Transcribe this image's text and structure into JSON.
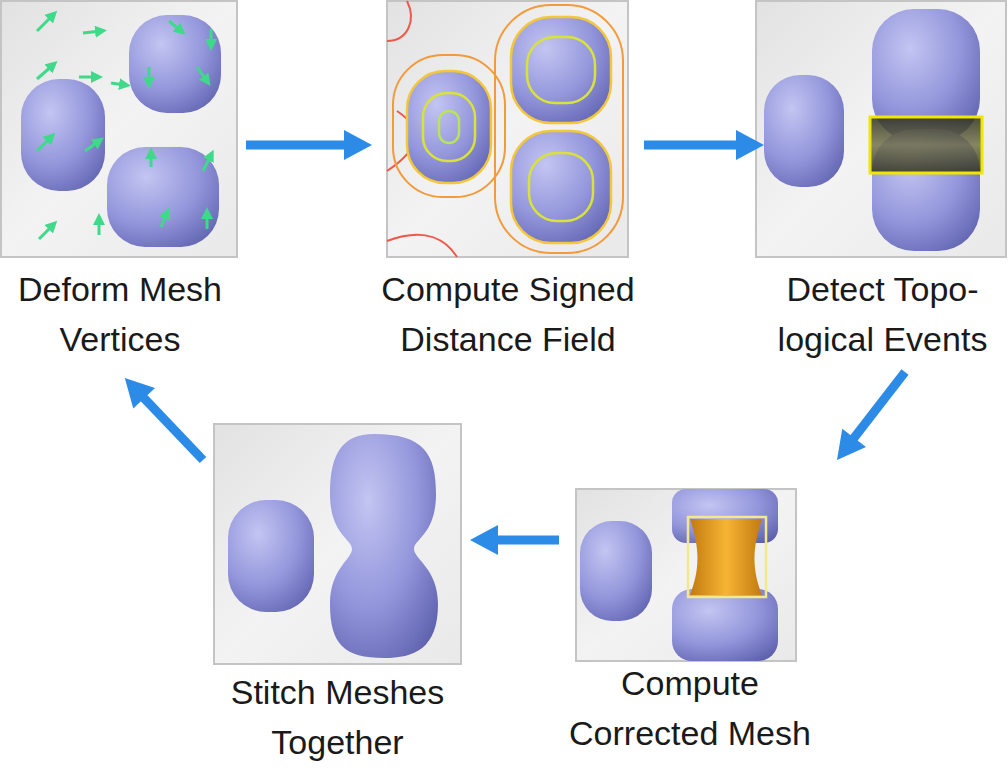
{
  "diagram": {
    "nodes": [
      {
        "text": [
          "Deform Mesh Vertices"
        ]
      },
      {
        "text": [
          "Compute Signed Distance Field"
        ]
      },
      {
        "text": [
          "Detect Topo- logical Events"
        ]
      },
      {
        "text": [
          "Compute Corrected Mesh"
        ]
      },
      {
        "text": [
          "Stitch Meshes Together"
        ]
      }
    ],
    "edges": [
      {
        "from": 0,
        "to": 1,
        "arrow": "to"
      },
      {
        "from": 1,
        "to": 2,
        "arrow": "to"
      },
      {
        "from": 2,
        "to": 3,
        "arrow": "to"
      },
      {
        "from": 3,
        "to": 4,
        "arrow": "to"
      },
      {
        "from": 4,
        "to": 0,
        "arrow": "to"
      }
    ]
  }
}
